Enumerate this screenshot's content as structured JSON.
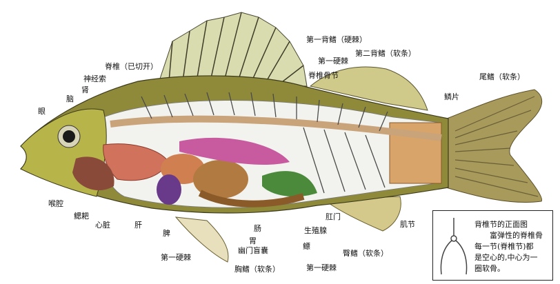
{
  "labels": {
    "eye": "眼",
    "brain": "脑",
    "kidney": "肾",
    "nerve_cord": "神经索",
    "spine_cut": "脊椎（已切开）",
    "first_dorsal_fin": "第一背鳍（硬棘）",
    "first_spine_dorsal": "第一硬棘",
    "second_dorsal_fin": "第二背鳍（软条）",
    "vertebra": "脊椎骨节",
    "caudal_fin": "尾鳍（软条）",
    "scales": "鳞片",
    "throat": "喉腔",
    "gill_rakers": "鳃耙",
    "heart": "心脏",
    "liver": "肝",
    "spleen": "脾",
    "first_spine_pelvic": "第一硬棘",
    "intestine": "肠",
    "stomach": "胃",
    "pyloric_caeca": "幽门盲囊",
    "pectoral_fin": "胸鳍（软条）",
    "anus": "肛门",
    "gonad": "生殖腺",
    "swim_bladder": "鳔",
    "first_spine_anal": "第一硬棘",
    "anal_fin": "臀鳍（软条）",
    "myomere": "肌节"
  },
  "inset": {
    "title": "背椎节的正面图",
    "lines": [
      "富弹性的脊椎骨",
      "每一节(脊椎节)都",
      "是空心的,中心为一",
      "圈软骨。"
    ]
  }
}
